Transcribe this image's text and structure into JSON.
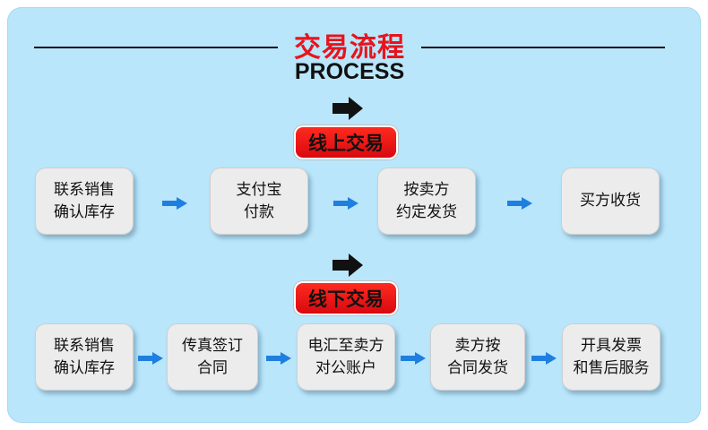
{
  "header": {
    "title": "交易流程",
    "subtitle": "PROCESS"
  },
  "online": {
    "label": "线上交易",
    "steps": [
      {
        "line1": "联系销售",
        "line2": "确认库存"
      },
      {
        "line1": "支付宝",
        "line2": "付款"
      },
      {
        "line1": "按卖方",
        "line2": "约定发货"
      },
      {
        "line1": "买方收货",
        "line2": ""
      }
    ]
  },
  "offline": {
    "label": "线下交易",
    "steps": [
      {
        "line1": "联系销售",
        "line2": "确认库存"
      },
      {
        "line1": "传真签订",
        "line2": "合同"
      },
      {
        "line1": "电汇至卖方",
        "line2": "对公账户"
      },
      {
        "line1": "卖方按",
        "line2": "合同发货"
      },
      {
        "line1": "开具发票",
        "line2": "和售后服务"
      }
    ]
  },
  "colors": {
    "background": "#b9e6fb",
    "title": "#e8141c",
    "pill": "#e8141c",
    "step_arrow": "#1f7fe0",
    "box": "#ececec"
  },
  "icons": {
    "section_arrow": "right-arrow-icon",
    "step_arrow": "small-right-arrow-icon"
  }
}
